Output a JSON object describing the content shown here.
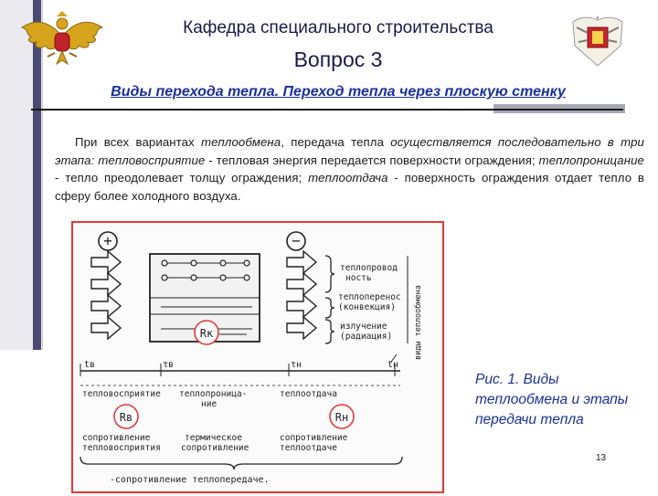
{
  "header": {
    "department": "Кафедра специального строительства",
    "question": "Вопрос 3"
  },
  "heading": "Виды перехода тепла. Переход тепла через плоскую стенку",
  "paragraph": {
    "p1": "При всех вариантах ",
    "t1": "теплообмена",
    "p2": ", передача тепла ",
    "t2": "осуществляется последовательно в три этапа: тепловосприятие",
    "p3": " - тепловая энергия передается поверхности ограждения; ",
    "t3": "теплопроницание",
    "p4": " - тепло преодолевает толщу ограждения; ",
    "t4": "теплоотдача",
    "p5": " - поверхность ограждения отдает тепло в сферу более холодного воздуха."
  },
  "figure": {
    "plus": "+",
    "minus": "−",
    "labels_right": [
      "теплопровод",
      "ность",
      "теплоперенос",
      "(конвекция)",
      "излучение",
      "(радиация)"
    ],
    "vertical_label": "виды теплообмена",
    "t_in": "tв",
    "t_int": "τв",
    "t_out_int": "τн",
    "t_out": "tн",
    "stage_1": "тепловосприятие",
    "stage_2a": "теплопроница-",
    "stage_2b": "ние",
    "stage_3": "теплоотдача",
    "res_1a": "сопротивление",
    "res_1b": "тепловосприятия",
    "res_2a": "термическое",
    "res_2b": "сопротивление",
    "res_3a": "сопротивление",
    "res_3b": "теплоотдаче",
    "total": "-сопротивление теплопередаче.",
    "rk": "Rк",
    "rv": "Rв",
    "rn": "Rн"
  },
  "caption": "Рис. 1. Виды теплообмена и этапы передачи тепла",
  "page_number": "13",
  "colors": {
    "title": "#1a1a4a",
    "heading": "#1b2f9c",
    "figure_border": "#e63737",
    "sidebar": "#4b4a72"
  }
}
